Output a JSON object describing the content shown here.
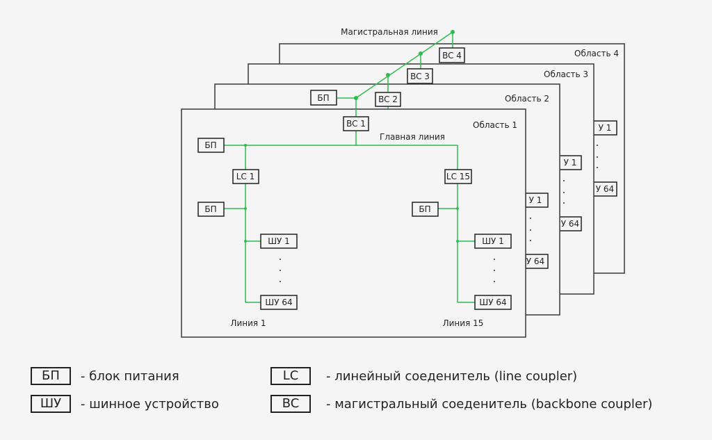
{
  "backbone_label": "Магистральная линия",
  "main_line_label": "Главная линия",
  "areas": [
    {
      "name": "Область 1",
      "coupler": "BC 1"
    },
    {
      "name": "Область 2",
      "coupler": "BC 2"
    },
    {
      "name": "Область 3",
      "coupler": "BC 3"
    },
    {
      "name": "Область 4",
      "coupler": "BC 4"
    }
  ],
  "backbone_power_supply": "БП",
  "area1": {
    "main_power_supply": "БП",
    "lines": [
      {
        "name": "Линия 1",
        "coupler": "LC 1",
        "power_supply": "БП",
        "first_device": "ШУ 1",
        "last_device": "ШУ 64",
        "ellipsis": "·"
      },
      {
        "name": "Линия 15",
        "coupler": "LC 15",
        "power_supply": "БП",
        "first_device": "ШУ 1",
        "last_device": "ШУ 64",
        "ellipsis": "·"
      }
    ]
  },
  "hidden_area_devices": {
    "first": "У 1",
    "last": "У 64"
  },
  "legend": [
    {
      "symbol": "БП",
      "description": "- блок питания"
    },
    {
      "symbol": "ШУ",
      "description": "- шинное устройство"
    },
    {
      "symbol": "LC",
      "description": "- линейный соеденитель (line coupler)"
    },
    {
      "symbol": "BC",
      "description": "- магистральный соеденитель (backbone coupler)"
    }
  ],
  "colors": {
    "wire": "#2dbd4e",
    "frame": "#444444",
    "background": "#f5f5f5"
  }
}
